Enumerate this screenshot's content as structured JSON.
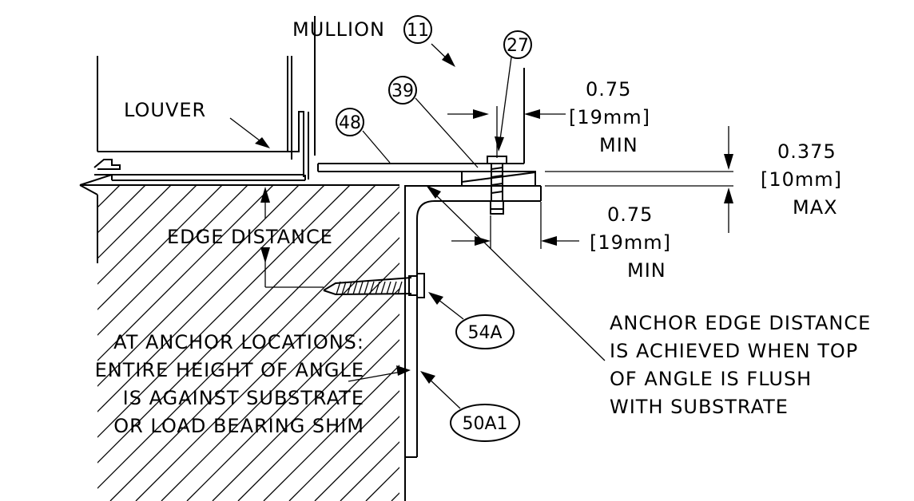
{
  "labels": {
    "mullion": "MULLION",
    "louver": "LOUVER",
    "edge_distance": "EDGE DISTANCE"
  },
  "dims": {
    "top": {
      "value": "0.75",
      "metric": "[19mm]",
      "qual": "MIN"
    },
    "bottom": {
      "value": "0.75",
      "metric": "[19mm]",
      "qual": "MIN"
    },
    "right": {
      "value": "0.375",
      "metric": "[10mm]",
      "qual": "MAX"
    }
  },
  "tags": {
    "mullion": "11",
    "fastener": "27",
    "t39": "39",
    "t48": "48",
    "anchor": "54A",
    "angle": "50A1"
  },
  "notes": {
    "anchor_locations": [
      "AT ANCHOR LOCATIONS:",
      "ENTIRE HEIGHT OF ANGLE",
      "IS AGAINST SUBSTRATE",
      "OR LOAD BEARING SHIM"
    ],
    "anchor_edge": [
      "ANCHOR EDGE DISTANCE",
      "IS ACHIEVED WHEN TOP",
      "OF ANGLE IS FLUSH",
      "WITH SUBSTRATE"
    ]
  }
}
